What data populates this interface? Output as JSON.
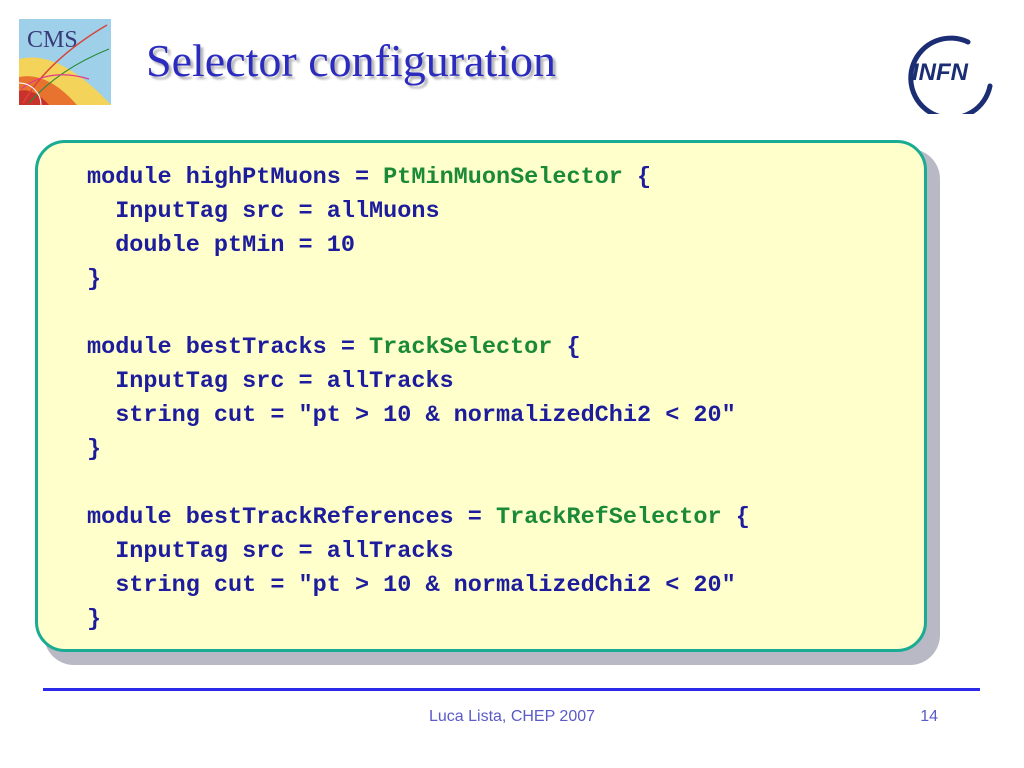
{
  "slide": {
    "title": "Selector configuration",
    "cms_logo_text": "CMS",
    "infn_logo_text": "INFN",
    "footer": "Luca Lista, CHEP 2007",
    "page_number": "14"
  },
  "colors": {
    "title": "#2b2bbf",
    "code_text": "#1c1c9c",
    "code_class": "#1b8a38",
    "box_fill": "#ffffcc",
    "box_border": "#1aab93",
    "footer_rule": "#2a2ae8"
  },
  "code": {
    "blocks": [
      {
        "head": "module highPtMuons = ",
        "cls": "PtMinMuonSelector",
        "open": " {",
        "body": [
          "  InputTag src = allMuons",
          "  double ptMin = 10"
        ],
        "close": "}"
      },
      {
        "head": "module bestTracks = ",
        "cls": "TrackSelector",
        "open": " {",
        "body": [
          "  InputTag src = allTracks",
          "  string cut = \"pt > 10 & normalizedChi2 < 20\""
        ],
        "close": "}"
      },
      {
        "head": "module bestTrackReferences = ",
        "cls": "TrackRefSelector",
        "open": " {",
        "body": [
          "  InputTag src = allTracks",
          "  string cut = \"pt > 10 & normalizedChi2 < 20\""
        ],
        "close": "}"
      }
    ]
  }
}
